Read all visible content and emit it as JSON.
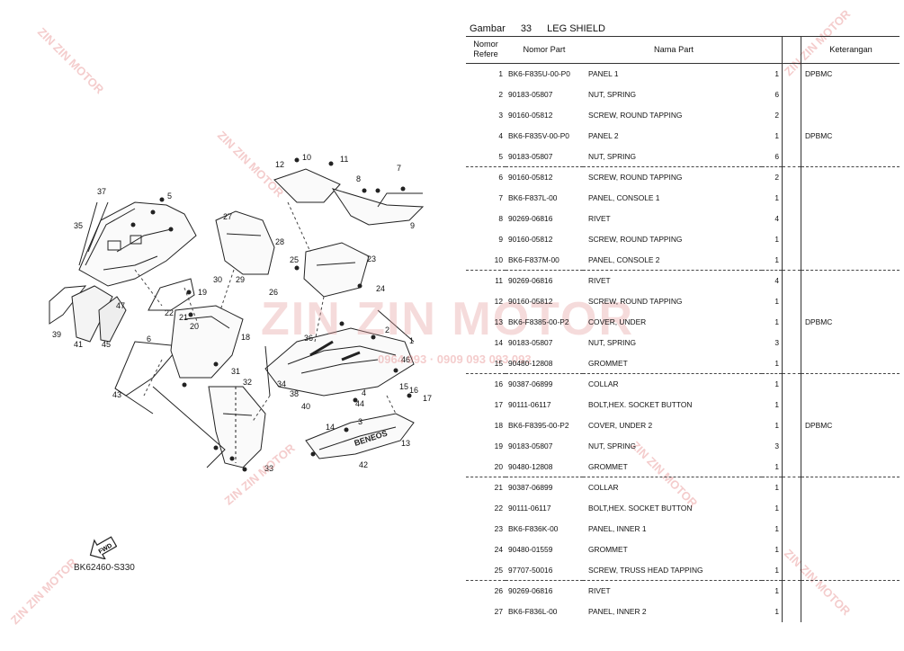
{
  "header": {
    "gambar_label": "Gambar",
    "gambar_number": "33",
    "title": "LEG SHIELD"
  },
  "columns": {
    "ref": "Nomor Refere",
    "part": "Nomor Part",
    "name": "Nama Part",
    "note": "Keterangan"
  },
  "rows": [
    {
      "ref": "1",
      "part": "BK6-F835U-00-P0",
      "name": "PANEL 1",
      "qty": "1",
      "note": "DPBMC"
    },
    {
      "ref": "2",
      "part": "90183-05807",
      "name": "NUT, SPRING",
      "qty": "6",
      "note": ""
    },
    {
      "ref": "3",
      "part": "90160-05812",
      "name": "SCREW, ROUND TAPPING",
      "qty": "2",
      "note": ""
    },
    {
      "ref": "4",
      "part": "BK6-F835V-00-P0",
      "name": "PANEL 2",
      "qty": "1",
      "note": "DPBMC"
    },
    {
      "ref": "5",
      "part": "90183-05807",
      "name": "NUT, SPRING",
      "qty": "6",
      "note": ""
    },
    {
      "ref": "6",
      "part": "90160-05812",
      "name": "SCREW, ROUND TAPPING",
      "qty": "2",
      "note": ""
    },
    {
      "ref": "7",
      "part": "BK6-F837L-00",
      "name": "PANEL, CONSOLE 1",
      "qty": "1",
      "note": ""
    },
    {
      "ref": "8",
      "part": "90269-06816",
      "name": "RIVET",
      "qty": "4",
      "note": ""
    },
    {
      "ref": "9",
      "part": "90160-05812",
      "name": "SCREW, ROUND TAPPING",
      "qty": "1",
      "note": ""
    },
    {
      "ref": "10",
      "part": "BK6-F837M-00",
      "name": "PANEL, CONSOLE 2",
      "qty": "1",
      "note": ""
    },
    {
      "ref": "11",
      "part": "90269-06816",
      "name": "RIVET",
      "qty": "4",
      "note": ""
    },
    {
      "ref": "12",
      "part": "90160-05812",
      "name": "SCREW, ROUND TAPPING",
      "qty": "1",
      "note": ""
    },
    {
      "ref": "13",
      "part": "BK6-F8385-00-P2",
      "name": "COVER, UNDER",
      "qty": "1",
      "note": "DPBMC"
    },
    {
      "ref": "14",
      "part": "90183-05807",
      "name": "NUT, SPRING",
      "qty": "3",
      "note": ""
    },
    {
      "ref": "15",
      "part": "90480-12808",
      "name": "GROMMET",
      "qty": "1",
      "note": ""
    },
    {
      "ref": "16",
      "part": "90387-06899",
      "name": "COLLAR",
      "qty": "1",
      "note": ""
    },
    {
      "ref": "17",
      "part": "90111-06117",
      "name": "BOLT,HEX. SOCKET BUTTON",
      "qty": "1",
      "note": ""
    },
    {
      "ref": "18",
      "part": "BK6-F8395-00-P2",
      "name": "COVER, UNDER 2",
      "qty": "1",
      "note": "DPBMC"
    },
    {
      "ref": "19",
      "part": "90183-05807",
      "name": "NUT, SPRING",
      "qty": "3",
      "note": ""
    },
    {
      "ref": "20",
      "part": "90480-12808",
      "name": "GROMMET",
      "qty": "1",
      "note": ""
    },
    {
      "ref": "21",
      "part": "90387-06899",
      "name": "COLLAR",
      "qty": "1",
      "note": ""
    },
    {
      "ref": "22",
      "part": "90111-06117",
      "name": "BOLT,HEX. SOCKET BUTTON",
      "qty": "1",
      "note": ""
    },
    {
      "ref": "23",
      "part": "BK6-F836K-00",
      "name": "PANEL, INNER 1",
      "qty": "1",
      "note": ""
    },
    {
      "ref": "24",
      "part": "90480-01559",
      "name": "GROMMET",
      "qty": "1",
      "note": ""
    },
    {
      "ref": "25",
      "part": "97707-50016",
      "name": "SCREW, TRUSS HEAD TAPPING",
      "qty": "1",
      "note": ""
    },
    {
      "ref": "26",
      "part": "90269-06816",
      "name": "RIVET",
      "qty": "1",
      "note": ""
    },
    {
      "ref": "27",
      "part": "BK6-F836L-00",
      "name": "PANEL, INNER 2",
      "qty": "1",
      "note": ""
    }
  ],
  "separator_after_refs": [
    "5",
    "10",
    "15",
    "20",
    "25"
  ],
  "diagram": {
    "code": "BK62460-S330",
    "fwd_label": "FWD",
    "callouts": [
      "1",
      "2",
      "3",
      "4",
      "5",
      "6",
      "7",
      "8",
      "9",
      "10",
      "11",
      "12",
      "13",
      "14",
      "15",
      "16",
      "17",
      "18",
      "19",
      "20",
      "21",
      "22",
      "23",
      "24",
      "25",
      "26",
      "27",
      "28",
      "29",
      "30",
      "31",
      "32",
      "33",
      "34",
      "35",
      "36",
      "37",
      "38",
      "39",
      "40",
      "41",
      "42",
      "43",
      "44",
      "45",
      "46",
      "47"
    ],
    "decal_text": "BENEOS"
  },
  "watermark": {
    "brand": "ZIN ZIN MOTOR",
    "phone": "0964 993 · 0909 093 093 093",
    "color": "#e07070"
  }
}
